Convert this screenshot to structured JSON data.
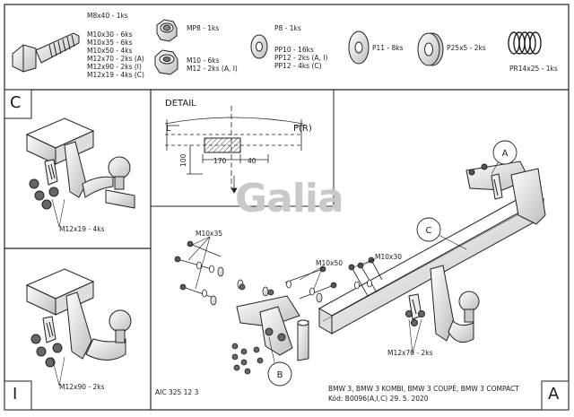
{
  "parts": {
    "bolt_main": "M8x40 - 1ks",
    "bolt_list": [
      "M10x30 - 6ks",
      "M10x35 - 6ks",
      "M10x50 - 4ks",
      "M12x70 - 2ks (A)",
      "M12x90 - 2ks (I)",
      "M12x19 - 4ks (C)"
    ],
    "nut_mp8": "MP8 - 1ks",
    "nut_m_list": [
      "M10 - 6ks",
      "M12 - 2ks (A, I)"
    ],
    "washer_p8": "P8 - 1ks",
    "washer_pp_list": [
      "PP10 - 16ks",
      "PP12 - 2ks (A, I)",
      "PP12 - 4ks (C)"
    ],
    "washer_p11": "P11 - 8ks",
    "washer_p25": "P25x5 - 2ks",
    "spring": "PR14x25 - 1ks"
  },
  "panels": {
    "c_letter": "C",
    "i_letter": "I",
    "a_letter": "A",
    "c_bolt_label": "M12x19 - 4ks",
    "i_bolt_label": "M12x90 - 2ks"
  },
  "detail": {
    "title": "DETAIL",
    "left_label": "L",
    "right_label": "P(R)",
    "dim_170": "170",
    "dim_40": "40",
    "dim_100": "100"
  },
  "main": {
    "callout_a": "A",
    "callout_b": "B",
    "callout_c": "C",
    "label_m10x35": "M10x35",
    "label_m10x50": "M10x50",
    "label_m10x30": "M10x30",
    "label_m12x70": "M12x70 - 2ks"
  },
  "logo": {
    "text": "Galia",
    "mark": "®"
  },
  "footer": {
    "code": "AIC 325 12 3",
    "vehicles": "BMW 3, BMW 3 KOMBI, BMW 3 COUPÉ, BMW 3 COMPACT",
    "kod": "Kód: B0096(A,I,C)  29. 5. 2020"
  }
}
